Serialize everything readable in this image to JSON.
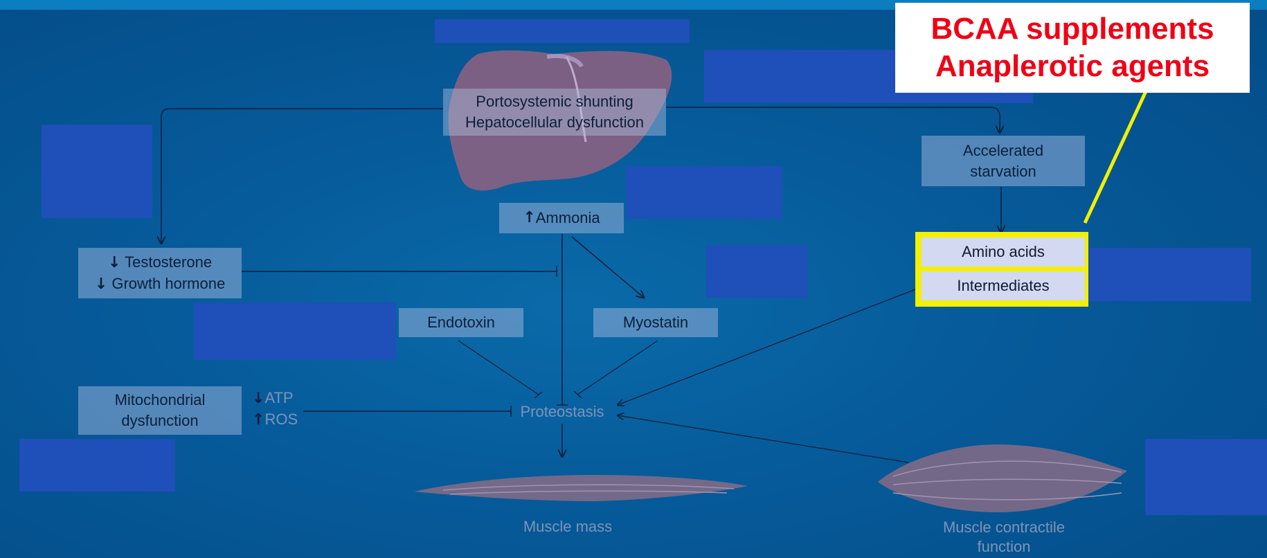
{
  "callout": {
    "line1": "BCAA supplements",
    "line2": "Anaplerotic agents"
  },
  "liver": {
    "line1": "Portosystemic shunting",
    "line2": "Hepatocellular dysfunction"
  },
  "ammonia": {
    "arrow": "↑",
    "label": "Ammonia"
  },
  "hormones": {
    "arrow1": "↓",
    "line1": "Testosterone",
    "arrow2": "↓",
    "line2": "Growth hormone"
  },
  "starvation": {
    "line1": "Accelerated",
    "line2": "starvation"
  },
  "amino": {
    "label1": "Amino acids",
    "label2": "Intermediates"
  },
  "endotoxin": "Endotoxin",
  "myostatin": "Myostatin",
  "mito": {
    "line1": "Mitochondrial",
    "line2": "dysfunction"
  },
  "atp_ros": {
    "arrow1": "↓",
    "atp": "ATP",
    "arrow2": "↑",
    "ros": "ROS"
  },
  "proteostasis": "Proteostasis",
  "muscle_mass": "Muscle mass",
  "muscle_contractile": {
    "line1": "Muscle contractile",
    "line2": "function"
  },
  "colors": {
    "background": "#065a99",
    "mask": "#1f4fb8",
    "callout_text": "#f00014",
    "highlight": "#f3f000"
  }
}
